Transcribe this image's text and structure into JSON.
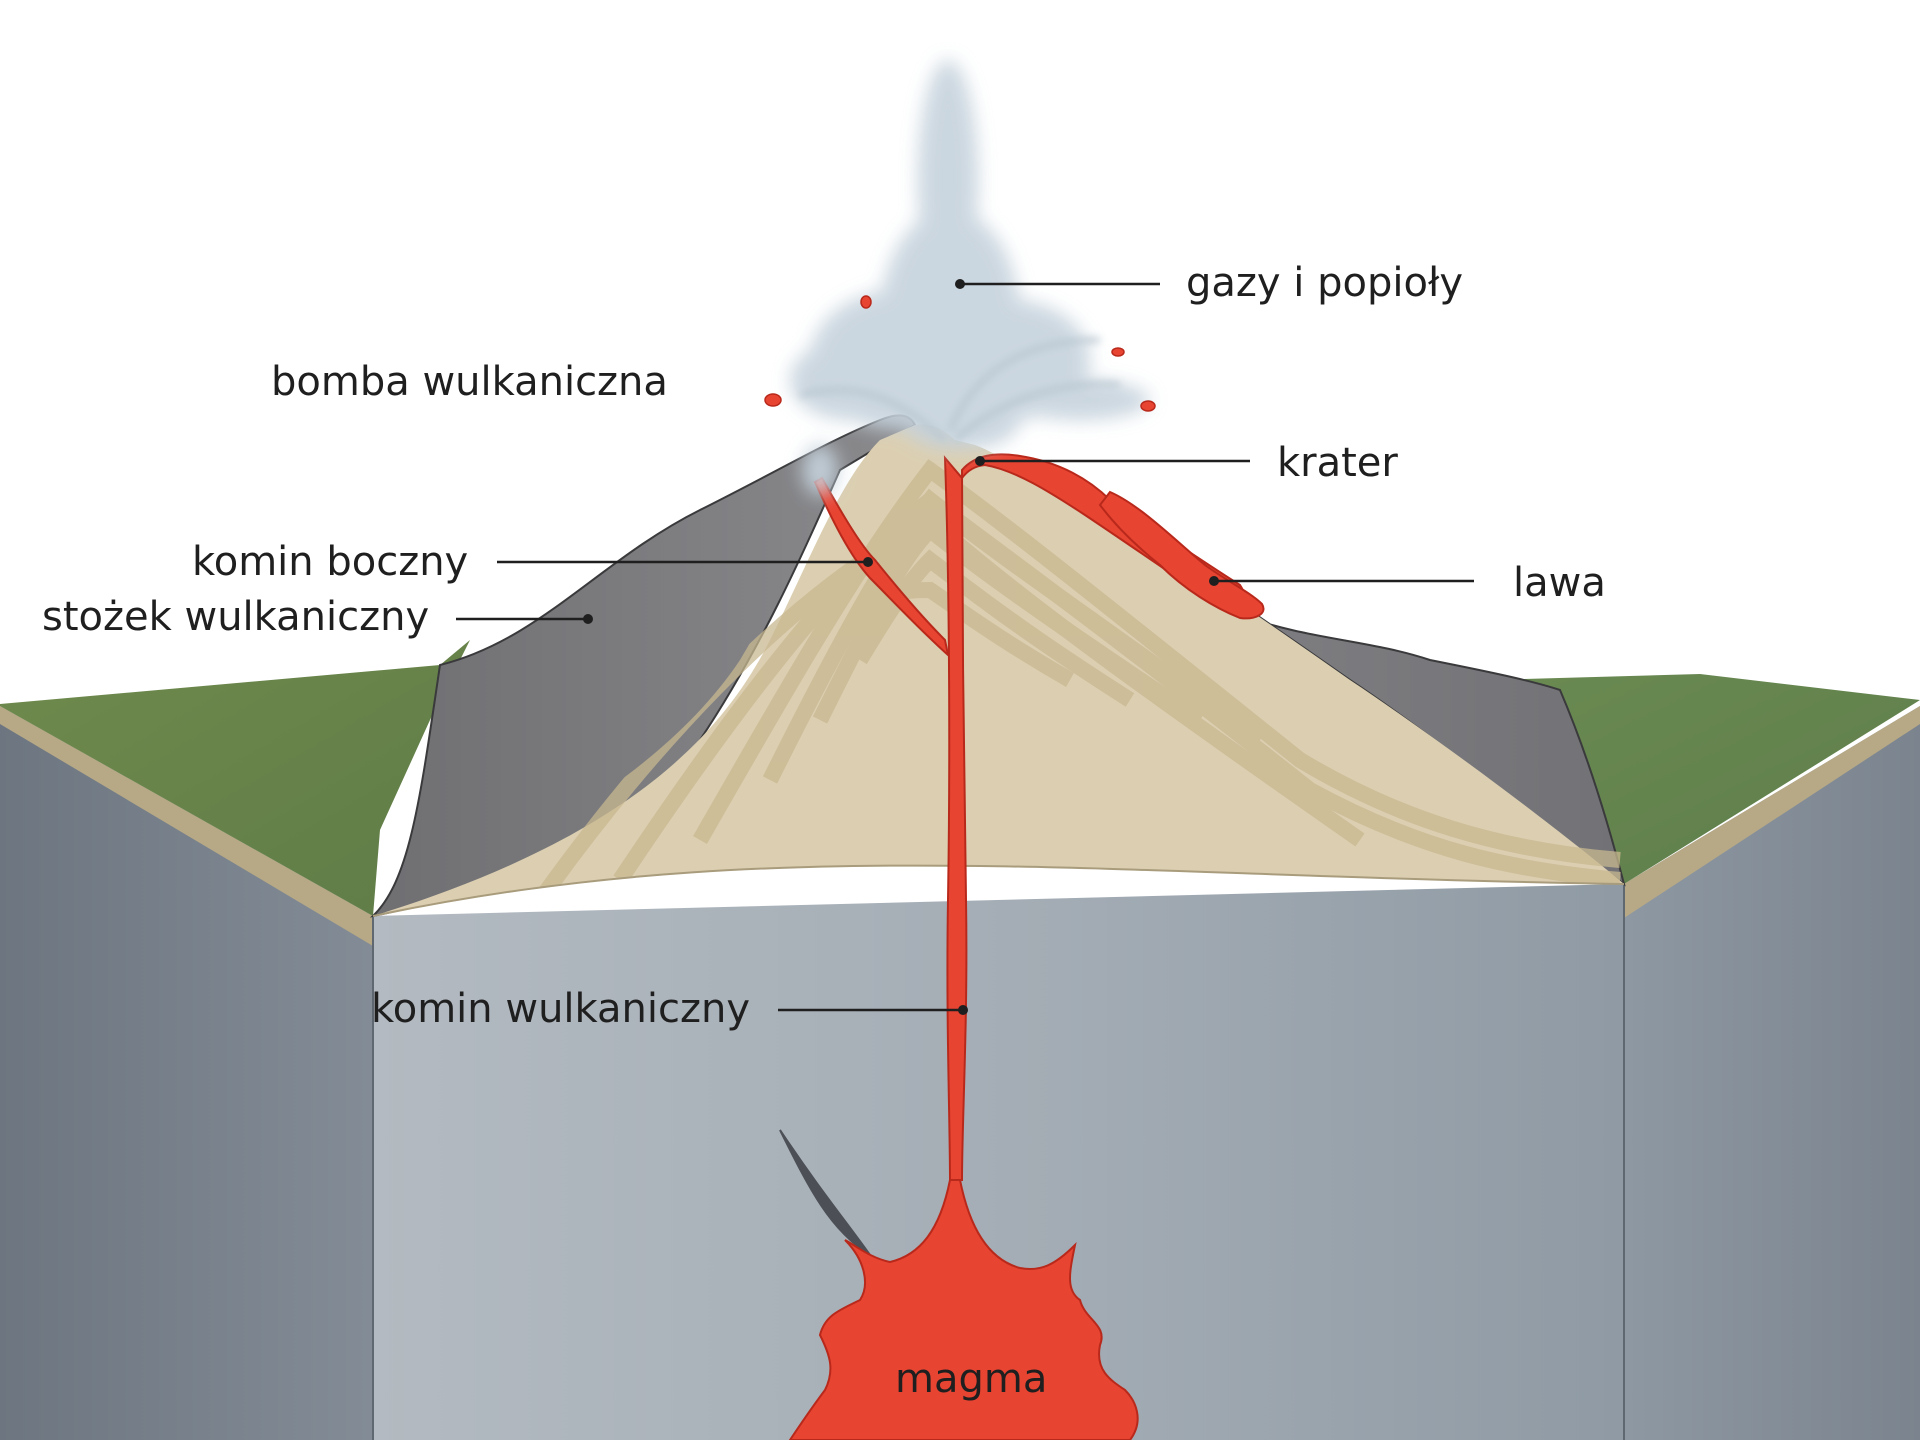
{
  "diagram": {
    "labels": {
      "gases_and_ash": "gazy i popioły",
      "volcanic_bomb": "bomba wulkaniczna",
      "crater": "krater",
      "side_vent": "komin boczny",
      "lava": "lawa",
      "volcanic_cone": "stożek wulkaniczny",
      "volcanic_conduit": "komin wulkaniczny",
      "magma": "magma"
    },
    "colors": {
      "magma": "#e84432",
      "ground": "#8f9aa4",
      "cone_layers": "#dccfb1",
      "cone_stripe": "#c9b891",
      "slope": "#7b7b7d",
      "grass": "#6e8b4e",
      "ash_cloud": "#c6d3dd"
    }
  }
}
